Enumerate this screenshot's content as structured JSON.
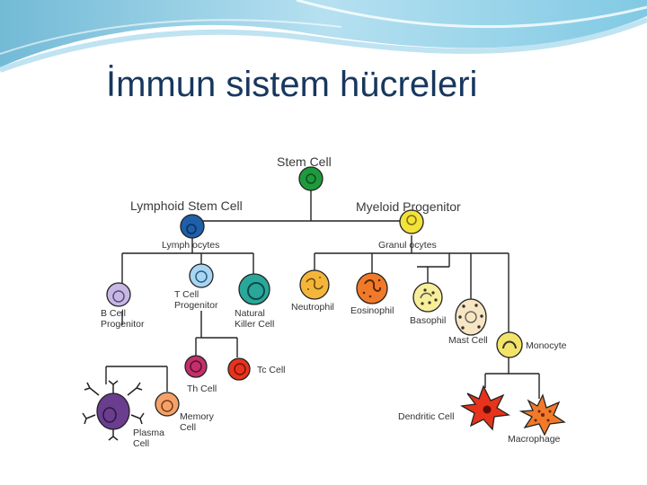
{
  "slide": {
    "title": "İmmun sistem hücreleri"
  },
  "diagram": {
    "stem_cell": "Stem Cell",
    "lymphoid_stem_cell": "Lymphoid Stem Cell",
    "myeloid_progenitor": "Myeloid Progenitor",
    "lymphocytes": "Lymph ocytes",
    "granulocytes": "Granul ocytes",
    "b_cell_progenitor": [
      "B Cell",
      "Progenitor"
    ],
    "t_cell_progenitor": [
      "T Cell",
      "Progenitor"
    ],
    "natural_killer_cell": [
      "Natural",
      "Killer Cell"
    ],
    "th_cell": "Th Cell",
    "tc_cell": "Tc Cell",
    "plasma_cell": [
      "Plasma",
      "Cell"
    ],
    "memory_cell": [
      "Memory",
      "Cell"
    ],
    "neutrophil": "Neutrophil",
    "eosinophil": "Eosinophil",
    "basophil": "Basophil",
    "mast_cell": "Mast Cell",
    "monocyte": "Monocyte",
    "dendritic_cell": "Dendritic Cell",
    "macrophage": "Macrophage"
  },
  "colors": {
    "stem": "#1e9a3c",
    "lymphoid": "#1e5fa8",
    "myeloid": "#f2e23a",
    "b_progenitor": "#c7b7e3",
    "t_progenitor": "#a9d6f2",
    "nk": "#2aa79b",
    "th": "#c2306b",
    "tc": "#e8331c",
    "plasma": "#6a3d8f",
    "memory": "#f4a26a",
    "neutrophil": "#f4b63a",
    "eosinophil": "#f07a2a",
    "basophil": "#f7ee9a",
    "mast": "#f7e6c4",
    "monocyte": "#f2e36a",
    "dendritic": "#e8331c",
    "macrophage": "#f07a2a"
  }
}
